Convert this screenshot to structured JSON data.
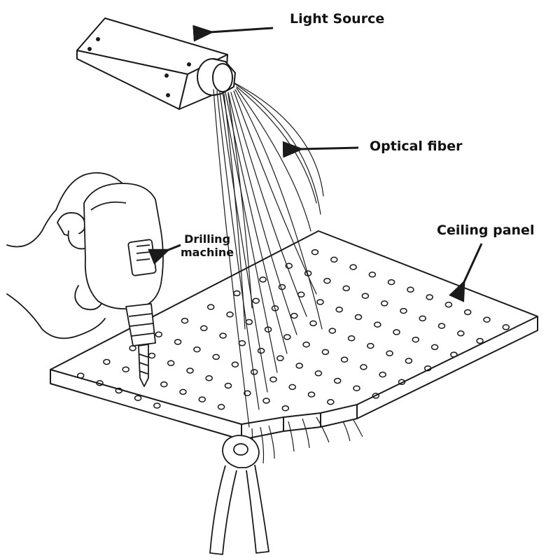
{
  "labels": {
    "light_source": "Light Source",
    "optical_fiber": "Optical fiber",
    "ceiling_panel": "Ceiling panel",
    "drilling_machine_line1": "Drilling",
    "drilling_machine_line2": "machine"
  },
  "colors": {
    "line": "#1a1a1a",
    "text": "#111111",
    "background": "#ffffff"
  },
  "icons": [
    "light-source-box",
    "fiber-bundle",
    "drill",
    "hand",
    "pliers",
    "ceiling-panel"
  ]
}
